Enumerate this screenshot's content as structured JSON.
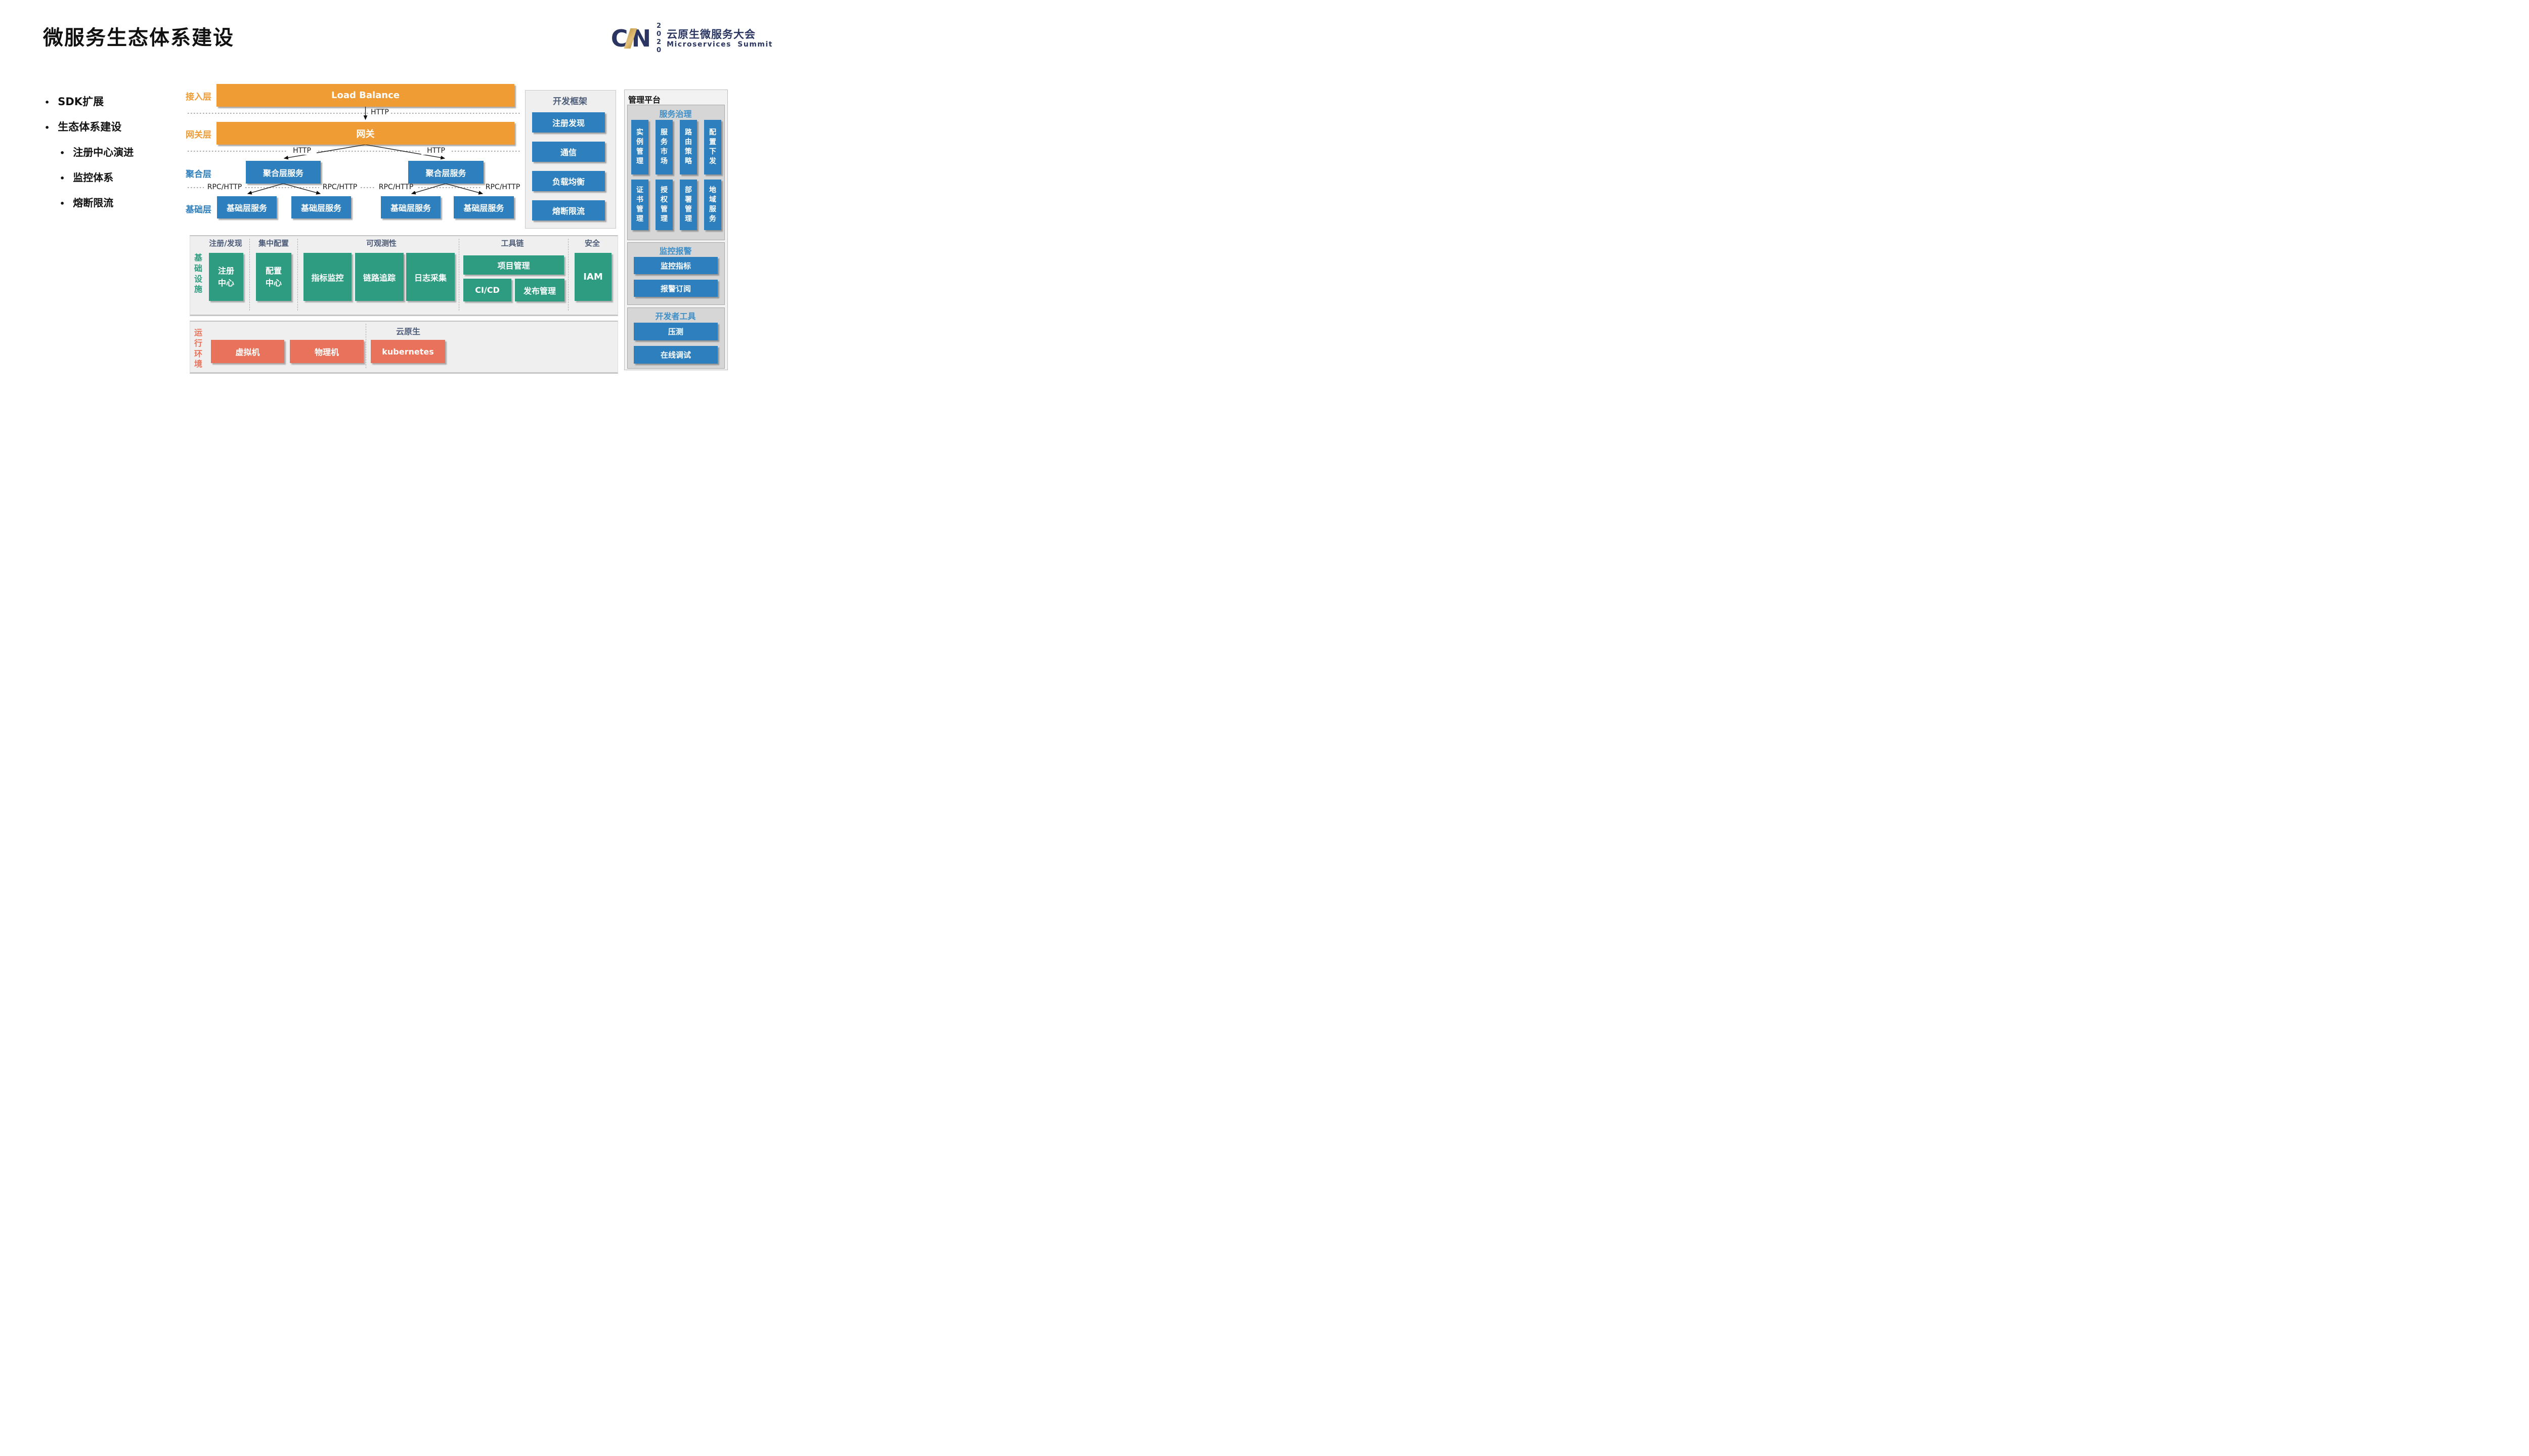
{
  "colors": {
    "orange": "#F09C35",
    "blue_box": "#2E7FBD",
    "blue_header": "#3E8FC8",
    "green_box": "#2E9C80",
    "salmon_box": "#E8735A",
    "slate_header": "#4D5C78",
    "logo_navy": "#2A3561",
    "logo_gold": "#C9A04E"
  },
  "header": {
    "title": "微服务生态体系建设",
    "logo": {
      "mark": "CN",
      "year": "2020",
      "name_cn": "云原生微服务大会",
      "name_en": "Microservices Summit"
    }
  },
  "outline": {
    "items": [
      "SDK扩展",
      "生态体系建设"
    ],
    "subitems": [
      "注册中心演进",
      "监控体系",
      "熔断限流"
    ]
  },
  "diagram": {
    "access": {
      "label": "接入层",
      "box": "Load Balance"
    },
    "gateway": {
      "label": "网关层",
      "box": "网关"
    },
    "aggregation": {
      "label": "聚合层",
      "boxes": [
        "聚合层服务",
        "聚合层服务"
      ]
    },
    "base": {
      "label": "基础层",
      "boxes": [
        "基础层服务",
        "基础层服务",
        "基础层服务",
        "基础层服务"
      ]
    },
    "http_labels": [
      "HTTP",
      "HTTP",
      "HTTP"
    ],
    "rpc_labels": [
      "RPC/HTTP",
      "RPC/HTTP",
      "RPC/HTTP",
      "RPC/HTTP"
    ]
  },
  "infrastructure": {
    "side_label": "基础设施",
    "registry": {
      "header": "注册/发现",
      "box": "注册中心"
    },
    "config": {
      "header": "集中配置",
      "box": "配置中心"
    },
    "observability": {
      "header": "可观测性",
      "boxes": [
        "指标监控",
        "链路追踪",
        "日志采集"
      ]
    },
    "toolchain": {
      "header": "工具链",
      "wide_box": "项目管理",
      "boxes": [
        "CI/CD",
        "发布管理"
      ]
    },
    "security": {
      "header": "安全",
      "box": "IAM"
    }
  },
  "runtime": {
    "side_label": "运行环境",
    "boxes": [
      "虚拟机",
      "物理机"
    ],
    "cloud_native": {
      "header": "云原生",
      "box": "kubernetes"
    }
  },
  "dev_framework": {
    "header": "开发框架",
    "buttons": [
      "注册发现",
      "通信",
      "负载均衡",
      "熔断限流"
    ]
  },
  "management": {
    "header": "管理平台",
    "governance": {
      "header": "服务治理",
      "row1": [
        "实例管理",
        "服务市场",
        "路由策略",
        "配置下发"
      ],
      "row2": [
        "证书管理",
        "授权管理",
        "部署管理",
        "地域服务"
      ]
    },
    "monitoring": {
      "header": "监控报警",
      "bars": [
        "监控指标",
        "报警订阅"
      ]
    },
    "devtools": {
      "header": "开发者工具",
      "bars": [
        "压测",
        "在线调试"
      ]
    }
  }
}
